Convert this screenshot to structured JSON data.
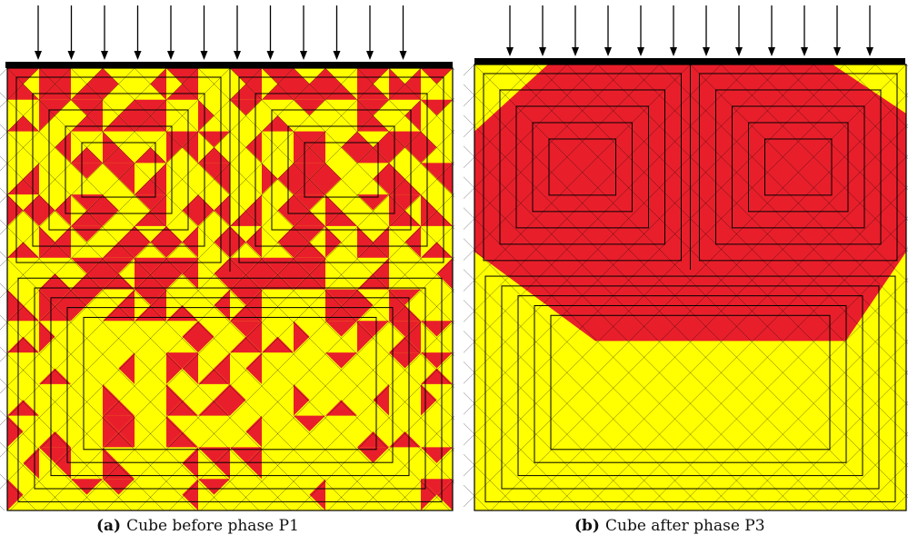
{
  "colors": {
    "material": "#e81f2b",
    "void": "#ffff00",
    "mesh_line": "#000000",
    "load_plate": "#000000"
  },
  "panels": [
    {
      "tag": "(a)",
      "caption": "Cube before phase P1",
      "state": "scattered",
      "load_arrows": 12
    },
    {
      "tag": "(b)",
      "caption": "Cube after phase P3",
      "state": "converged",
      "load_arrows": 12
    }
  ]
}
